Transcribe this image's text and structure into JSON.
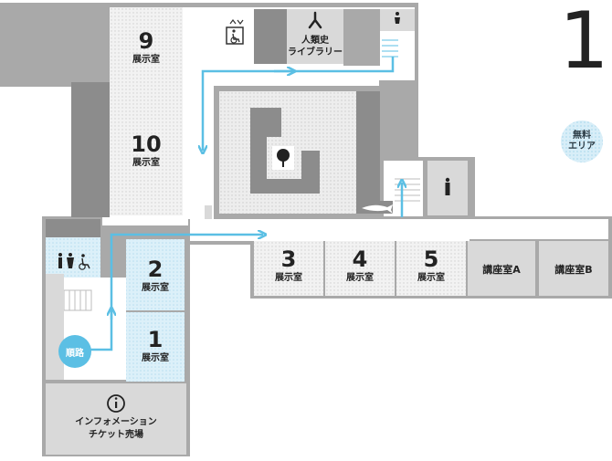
{
  "floor": {
    "number": "1"
  },
  "free_area": {
    "line1": "無料",
    "line2": "エリア"
  },
  "rooms": [
    {
      "id": "room-9",
      "number": "9",
      "label": "展示室"
    },
    {
      "id": "room-10",
      "number": "10",
      "label": "展示室"
    },
    {
      "id": "room-2",
      "number": "2",
      "label": "展示室"
    },
    {
      "id": "room-1",
      "number": "1",
      "label": "展示室"
    },
    {
      "id": "room-3",
      "number": "3",
      "label": "展示室"
    },
    {
      "id": "room-4",
      "number": "4",
      "label": "展示室"
    },
    {
      "id": "room-5",
      "number": "5",
      "label": "展示室"
    }
  ],
  "lecture_rooms": [
    {
      "id": "lecture-a",
      "label": "講座室A"
    },
    {
      "id": "lecture-b",
      "label": "講座室B"
    }
  ],
  "library": {
    "line1": "人類史",
    "line2": "ライブラリー"
  },
  "info": {
    "line1": "インフォメーション",
    "line2": "チケット売場"
  },
  "route": {
    "label": "順路"
  },
  "icons": [
    "elevator-icon",
    "wheelchair-icon",
    "restroom-icon",
    "person-icon",
    "tree-icon",
    "info-icon",
    "fish-specimen-icon"
  ],
  "colors": {
    "wall": "#a9a9a9",
    "dark": "#8c8c8c",
    "light": "#d9d9d9",
    "free_area": "#d8eef8",
    "route": "#5bbfe4"
  }
}
